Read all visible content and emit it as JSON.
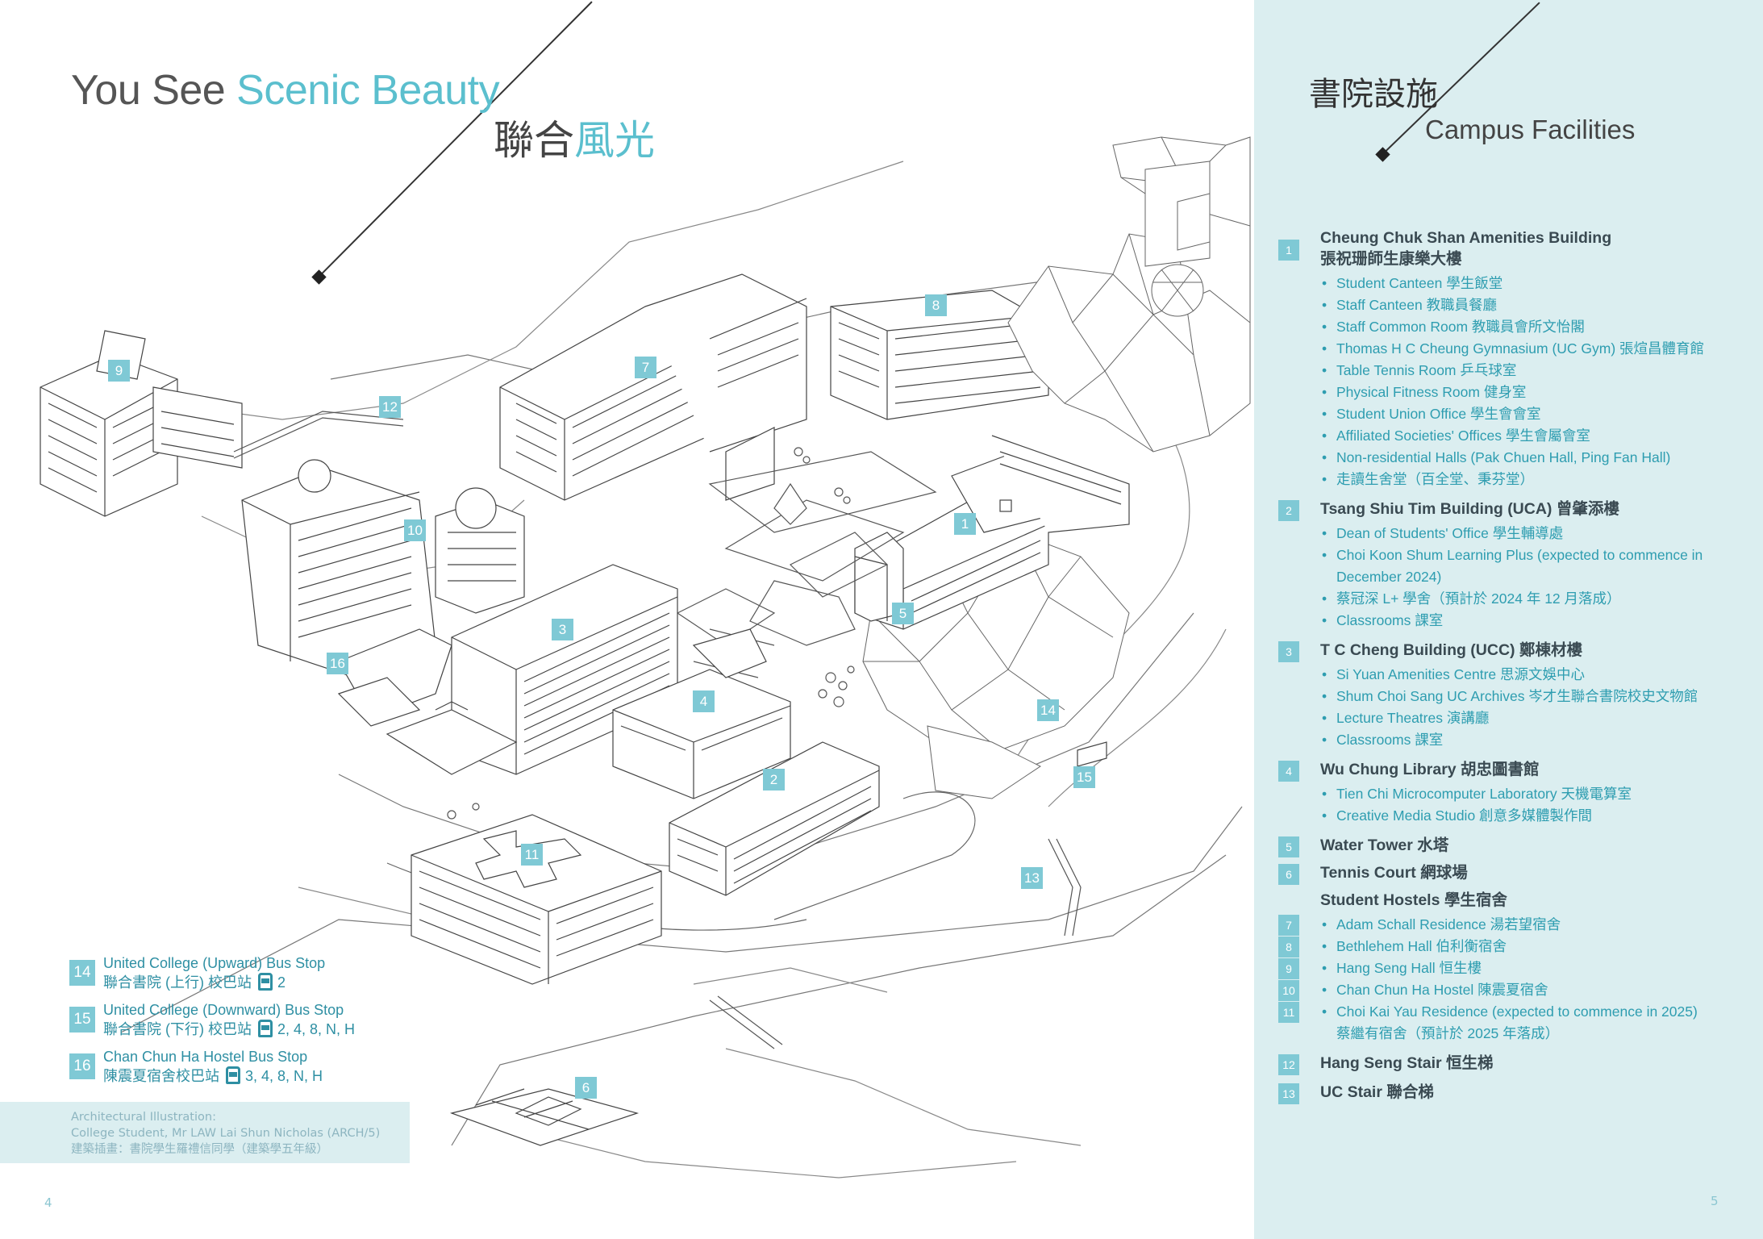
{
  "left_page": {
    "title_en_prefix": "You See ",
    "title_en_accent": "Scenic Beauty",
    "title_zh_prefix": "聯合",
    "title_zh_accent": "風光",
    "markers": [
      "1",
      "2",
      "3",
      "4",
      "5",
      "6",
      "7",
      "8",
      "9",
      "10",
      "11",
      "12",
      "13",
      "14",
      "15",
      "16"
    ],
    "bus_stops": [
      {
        "num": "14",
        "en": "United College (Upward) Bus Stop",
        "zh": "聯合書院 (上行) 校巴站",
        "routes": "2"
      },
      {
        "num": "15",
        "en": "United College (Downward) Bus Stop",
        "zh": "聯合書院 (下行) 校巴站",
        "routes": "2, 4, 8, N, H"
      },
      {
        "num": "16",
        "en": "Chan Chun Ha Hostel Bus Stop",
        "zh": "陳震夏宿舍校巴站",
        "routes": "3,  4,  8,  N,  H"
      }
    ],
    "credit_line1": "Architectural Illustration:",
    "credit_line2": "College Student, Mr LAW Lai Shun Nicholas (ARCH/5)",
    "credit_line3": "建築插畫：書院學生羅禮信同學（建築學五年級）",
    "page_number": "4"
  },
  "right_page": {
    "title_zh": "書院設施",
    "title_en": "Campus Facilities",
    "page_number": "5",
    "facilities": [
      {
        "num": "1",
        "title": "Cheung Chuk Shan Amenities Building",
        "title_zh": "張祝珊師生康樂大樓",
        "items": [
          "Student Canteen 學生飯堂",
          "Staff Canteen 教職員餐廳",
          "Staff Common Room 教職員會所文怡閣",
          "Thomas H C Cheung Gymnasium (UC Gym) 張煊昌體育館",
          "Table Tennis Room 乒乓球室",
          "Physical Fitness Room 健身室",
          "Student Union Office 學生會會室",
          "Affiliated Societies' Offices 學生會屬會室",
          "Non-residential Halls (Pak Chuen Hall, Ping Fan Hall)",
          "走讀生舍堂（百全堂、秉芬堂）"
        ]
      },
      {
        "num": "2",
        "title": "Tsang Shiu Tim Building (UCA) 曾肇添樓",
        "items": [
          "Dean of Students' Office 學生輔導處",
          "Choi Koon Shum Learning Plus (expected to commence in December 2024)",
          "蔡冠深 L+ 學舍（預計於 2024 年 12 月落成）",
          "Classrooms 課室"
        ]
      },
      {
        "num": "3",
        "title": "T C Cheng Building (UCC) 鄭棟材樓",
        "items": [
          "Si Yuan Amenities Centre 思源文娛中心",
          "Shum Choi Sang UC Archives 岑才生聯合書院校史文物館",
          "Lecture Theatres 演講廳",
          "Classrooms 課室"
        ]
      },
      {
        "num": "4",
        "title": "Wu Chung Library 胡忠圖書館",
        "items": [
          "Tien Chi Microcomputer Laboratory 天機電算室",
          "Creative Media Studio 創意多媒體製作間"
        ]
      },
      {
        "num": "5",
        "title": "Water Tower 水塔",
        "items": []
      },
      {
        "num": "6",
        "title": "Tennis Court 網球場",
        "items": []
      }
    ],
    "hostels_title": "Student Hostels 學生宿舍",
    "hostels": [
      {
        "num": "7",
        "label": "Adam Schall Residence 湯若望宿舍"
      },
      {
        "num": "8",
        "label": "Bethlehem Hall 伯利衡宿舍"
      },
      {
        "num": "9",
        "label": "Hang Seng Hall 恒生樓"
      },
      {
        "num": "10",
        "label": "Chan Chun Ha Hostel 陳震夏宿舍"
      },
      {
        "num": "11",
        "label": "Choi Kai Yau Residence (expected to commence in 2025)"
      }
    ],
    "hostel_note": "蔡繼有宿舍（預計於 2025 年落成）",
    "stairs": [
      {
        "num": "12",
        "title": "Hang Seng Stair 恒生梯"
      },
      {
        "num": "13",
        "title": "UC Stair 聯合梯"
      }
    ]
  },
  "colors": {
    "accent": "#5bbfce",
    "marker": "#7fc9d5",
    "panel_bg": "#dbeef0",
    "link_text": "#2e9db0"
  }
}
